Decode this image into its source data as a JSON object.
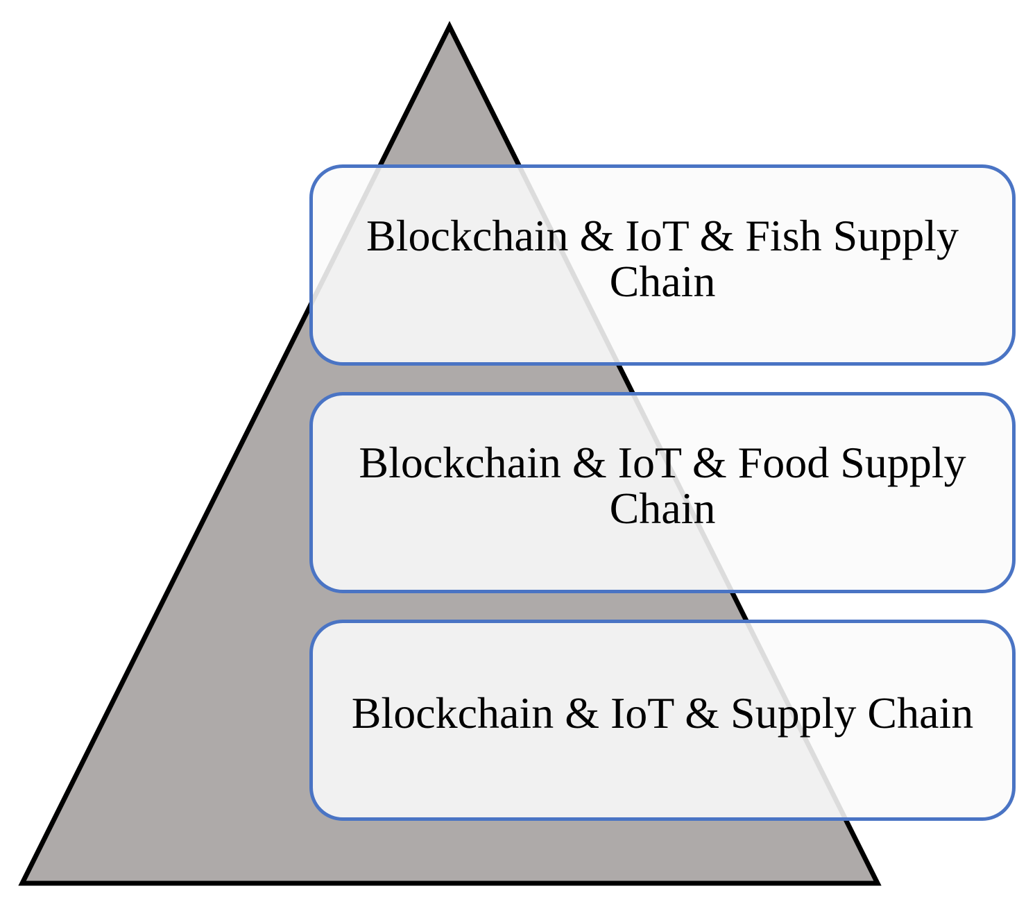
{
  "colors": {
    "pyramid_fill": "#aeaaa9",
    "pyramid_stroke": "#000000",
    "box_border": "#4a74c4",
    "box_fill": "#fafafa"
  },
  "layers": [
    {
      "label": "Blockchain & IoT & Fish Supply Chain"
    },
    {
      "label": "Blockchain & IoT & Food Supply Chain"
    },
    {
      "label": "Blockchain & IoT & Supply Chain"
    }
  ]
}
